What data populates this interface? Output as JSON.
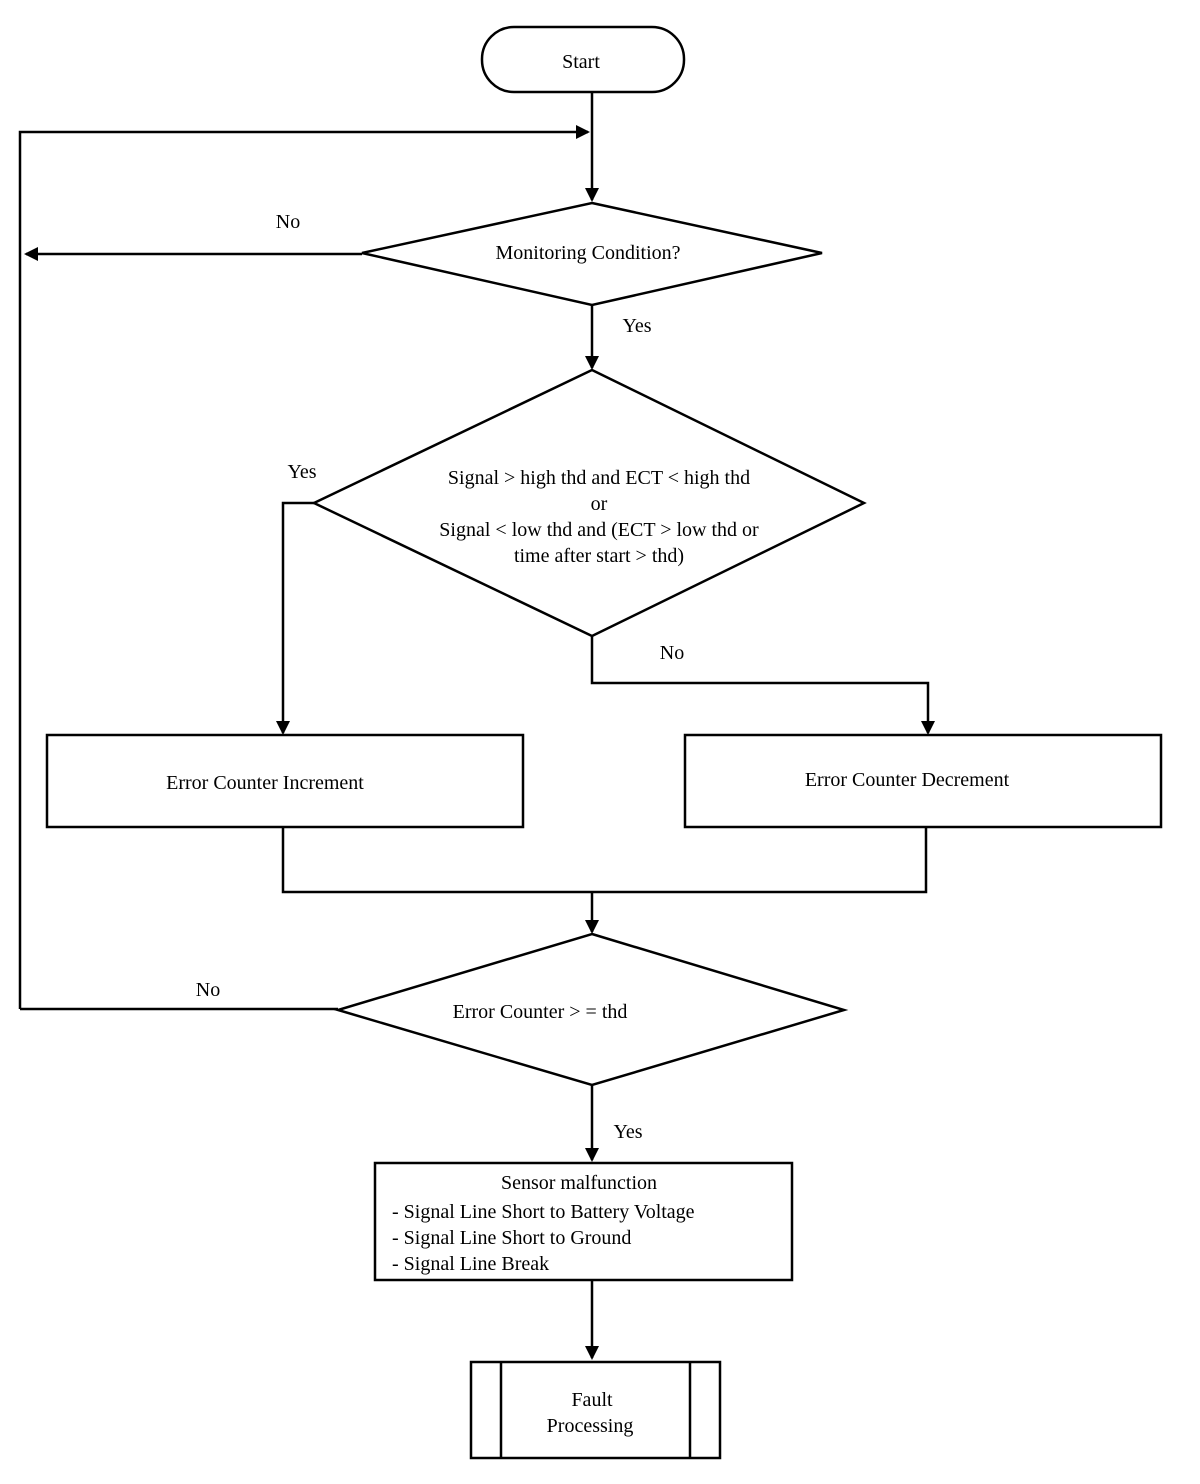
{
  "start": {
    "label": "Start"
  },
  "decision1": {
    "label": "Monitoring Condition?",
    "no_label": "No",
    "yes_label": "Yes"
  },
  "decision2": {
    "lines": [
      "Signal > high thd and ECT < high thd",
      "or",
      "Signal < low thd and (ECT > low thd or",
      "time after start > thd)"
    ],
    "yes_label": "Yes",
    "no_label": "No"
  },
  "increment": {
    "label": "Error Counter Increment"
  },
  "decrement": {
    "label": "Error Counter Decrement"
  },
  "decision3": {
    "label": "Error Counter > = thd",
    "no_label": "No",
    "yes_label": "Yes"
  },
  "malfunction": {
    "title": "Sensor malfunction",
    "items": [
      "- Signal Line Short to Battery Voltage",
      "- Signal Line Short to Ground",
      "- Signal Line Break"
    ]
  },
  "fault": {
    "line1": "Fault",
    "line2": "Processing"
  }
}
